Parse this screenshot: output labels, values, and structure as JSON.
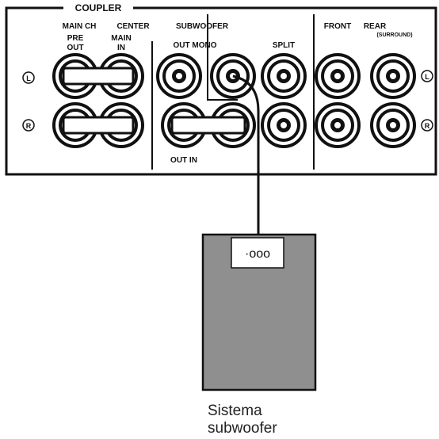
{
  "labels": {
    "coupler": "COUPLER",
    "main_ch": "MAIN CH",
    "center": "CENTER",
    "subwoofer": "SUBWOOFER",
    "front": "FRONT",
    "rear": "REAR",
    "surround": "(SURROUND)",
    "pre": "PRE",
    "out": "OUT",
    "main": "MAIN",
    "in": "IN",
    "out_mono": "OUT MONO",
    "split": "SPLIT",
    "out_in": "OUT IN",
    "left": "L",
    "right": "R",
    "sub_box_dots": "·ooo"
  },
  "caption": {
    "line1": "Sistema",
    "line2": "subwoofer"
  },
  "colors": {
    "panel_border": "#111111",
    "subwoofer_fill": "#8f8f8f",
    "jack_fill": "#ffffff"
  }
}
